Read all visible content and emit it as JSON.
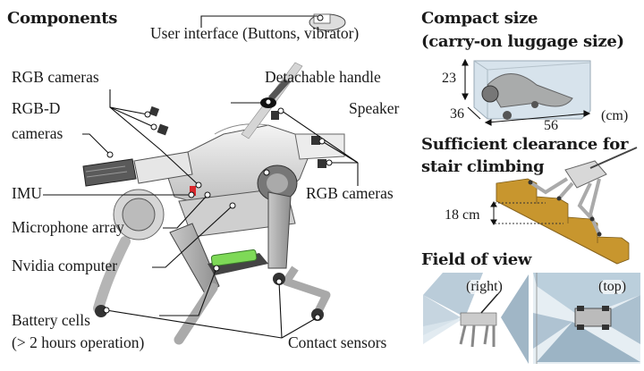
{
  "components": {
    "title": "Components",
    "labels": {
      "user_interface": "User interface (Buttons, vibrator)",
      "rgb_cameras_left": "RGB cameras",
      "detachable_handle": "Detachable handle",
      "rgbd_line1": "RGB-D",
      "rgbd_line2": "cameras",
      "speaker": "Speaker",
      "imu": "IMU",
      "rgb_cameras_right": "RGB cameras",
      "microphone_array": "Microphone array",
      "nvidia_computer": "Nvidia computer",
      "battery_line1": "Battery cells",
      "battery_line2": "(> 2 hours operation)",
      "contact_sensors": "Contact sensors"
    }
  },
  "compact": {
    "title_line1": "Compact size",
    "title_line2": "(carry-on luggage size)",
    "height": "23",
    "depth": "36",
    "width": "56",
    "unit": "(cm)"
  },
  "stairs": {
    "title_line1": "Sufficient clearance for",
    "title_line2": "stair climbing",
    "step_height": "18 cm"
  },
  "fov": {
    "title": "Field of view",
    "right_label": "(right)",
    "top_label": "(top)"
  },
  "colors": {
    "stair_wood": "#c8962e",
    "battery_green": "#7ed957",
    "imu_red": "#d9262b",
    "fov_blue": "#9fb7c8"
  }
}
